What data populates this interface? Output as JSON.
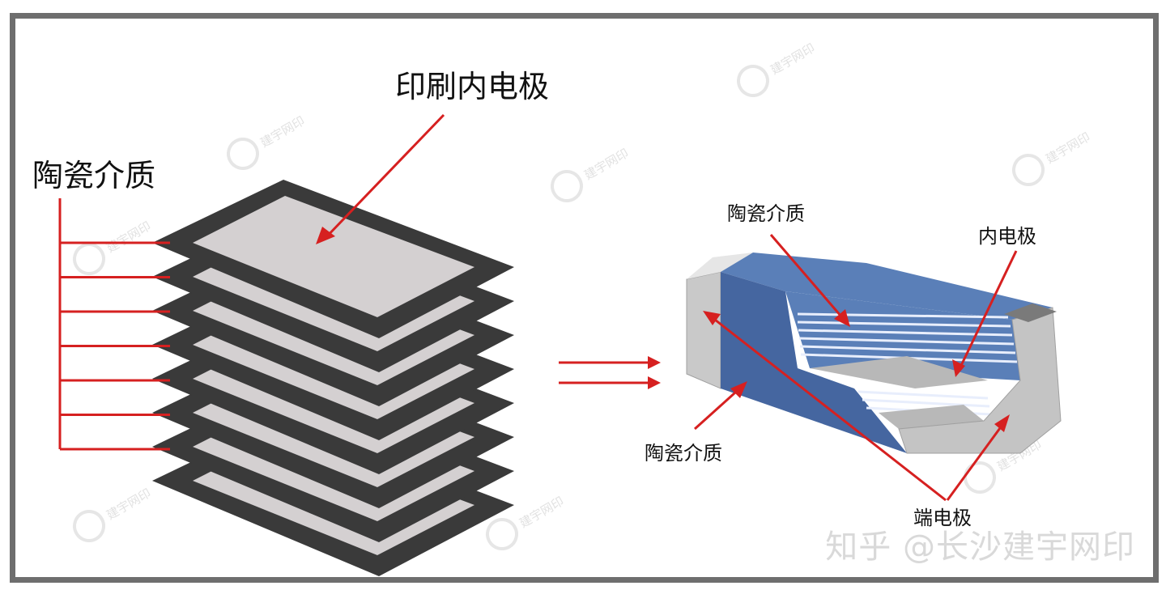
{
  "left": {
    "title_top": "印刷内电极",
    "title_side": "陶瓷介质",
    "layer_count": 8
  },
  "right": {
    "label_dielectric_top": "陶瓷介质",
    "label_inner_electrode": "内电极",
    "label_dielectric_bottom": "陶瓷介质",
    "label_terminal": "端电极"
  },
  "watermark": {
    "main": "知乎 @长沙建宇网印",
    "tile_text": "建宇网印"
  },
  "colors": {
    "frame": "#6e6e6e",
    "arrow": "#d62020",
    "sheet_dark": "#3a3a3a",
    "sheet_light": "#d4d0d1",
    "dielectric_blue": "#4a6fa8",
    "terminal_gray": "#c8c8c8"
  }
}
